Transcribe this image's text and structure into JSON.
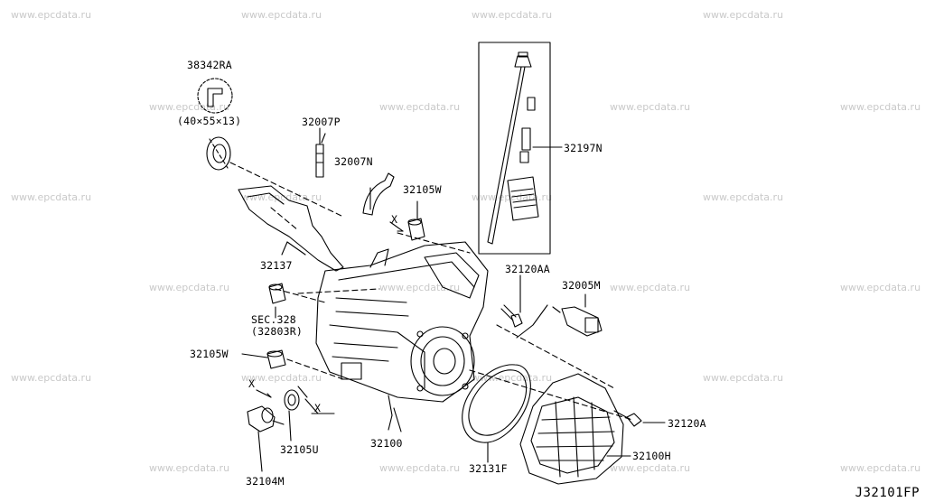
{
  "watermark_text": "www.epcdata.ru",
  "diagram_code": "J32101FP",
  "labels": {
    "p38342RA": "38342RA",
    "seal_size": "(40×55×13)",
    "p32007P": "32007P",
    "p32007N": "32007N",
    "p32105W_top": "32105W",
    "p32197N": "32197N",
    "p32137": "32137",
    "p32120AA": "32120AA",
    "p32005M": "32005M",
    "sec_ref": "SEC.328",
    "sec_sub": "(32803R)",
    "p32105W_left": "32105W",
    "p32120A": "32120A",
    "p32100": "32100",
    "p32131F": "32131F",
    "p32100H": "32100H",
    "p32105U": "32105U",
    "p32104M": "32104M",
    "x_mark": "X"
  },
  "colors": {
    "line": "#000000",
    "watermark": "#c9c9c9",
    "background": "#ffffff"
  }
}
